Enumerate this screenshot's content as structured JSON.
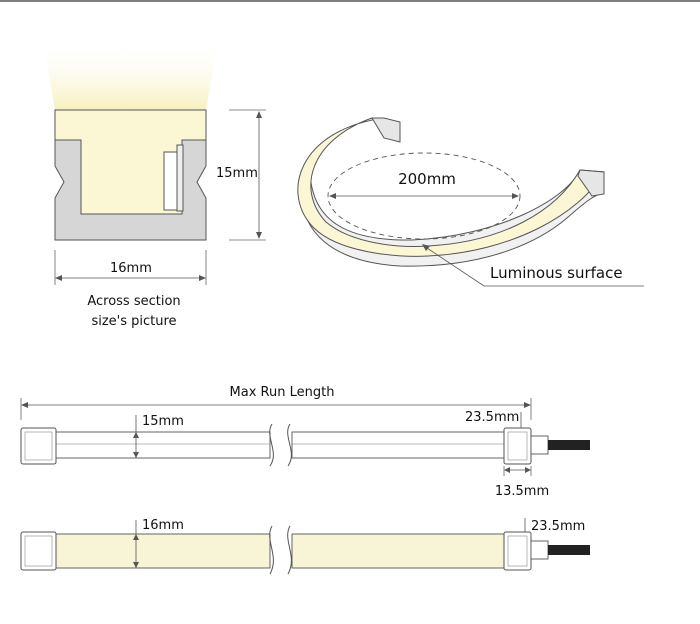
{
  "cross_section": {
    "height_label": "15mm",
    "width_label": "16mm",
    "caption_line1": "Across section",
    "caption_line2": "size's picture"
  },
  "bend": {
    "diameter_label": "200mm",
    "surface_label": "Luminous surface"
  },
  "strip_15": {
    "run_label": "Max Run Length",
    "height_label": "15mm",
    "end_cap_label": "23.5mm",
    "connector_label": "13.5mm"
  },
  "strip_16": {
    "height_label": "16mm",
    "end_cap_label": "23.5mm"
  },
  "colors": {
    "line": "#555555",
    "profile_gray": "#d6d6d6",
    "glow": "#fbf6d3",
    "strip_fill": "#f8f4d6",
    "cable": "#222222"
  }
}
